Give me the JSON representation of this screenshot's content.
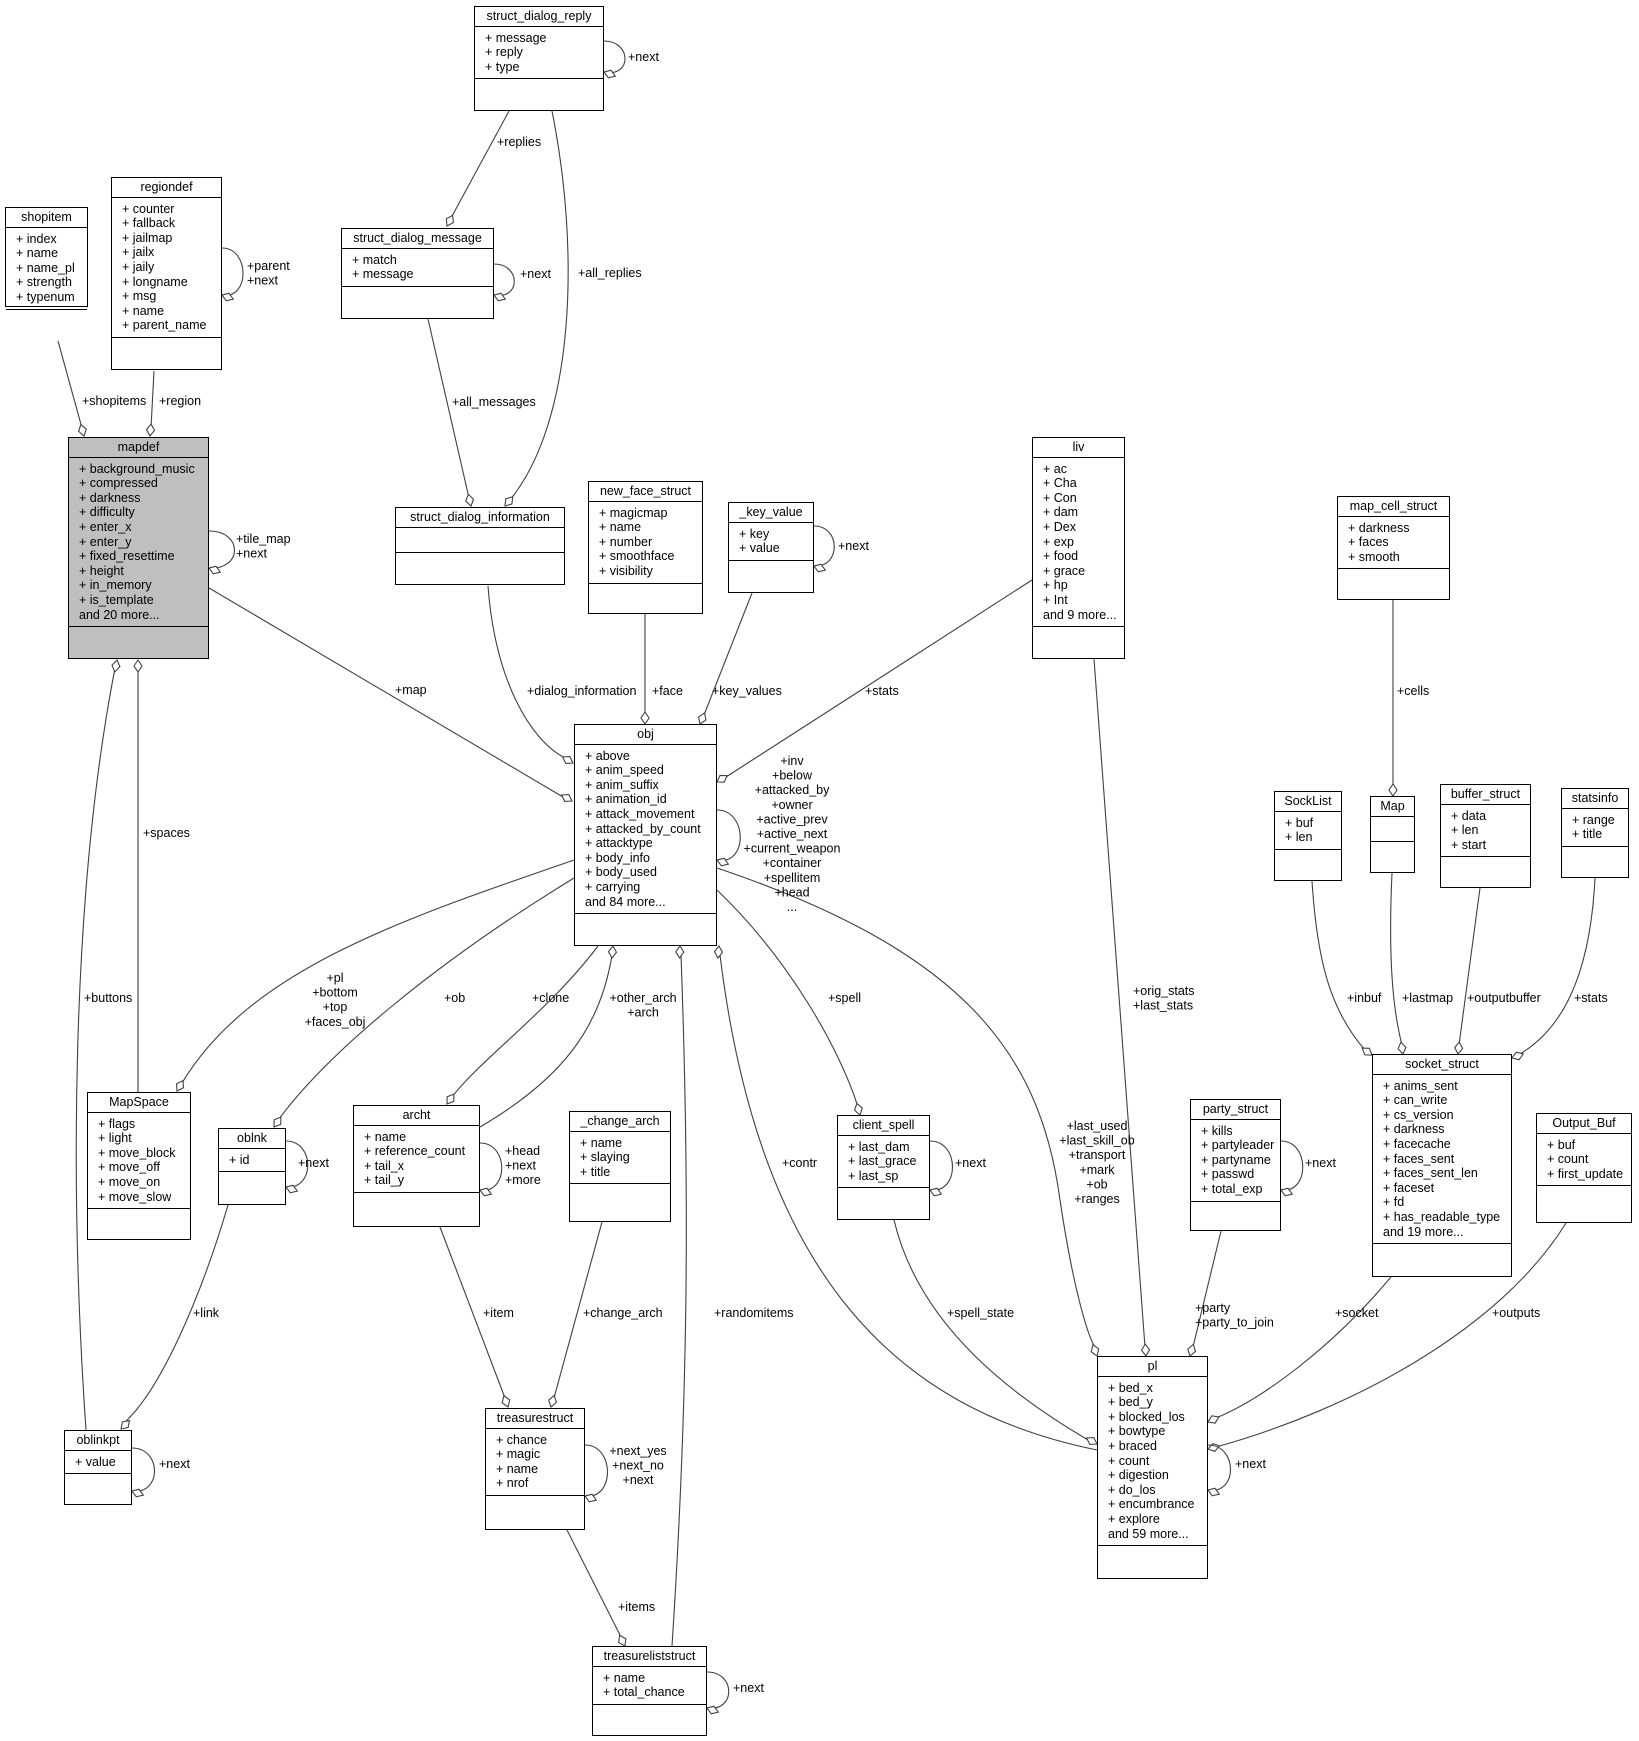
{
  "nodes": [
    {
      "id": "shopitem",
      "title": "shopitem",
      "fields": [
        "+ index",
        "+ name",
        "+ name_pl",
        "+ strength",
        "+ typenum"
      ]
    },
    {
      "id": "regiondef",
      "title": "regiondef",
      "fields": [
        "+ counter",
        "+ fallback",
        "+ jailmap",
        "+ jailx",
        "+ jaily",
        "+ longname",
        "+ msg",
        "+ name",
        "+ parent_name"
      ]
    },
    {
      "id": "mapdef",
      "title": "mapdef",
      "fields": [
        "+ background_music",
        "+ compressed",
        "+ darkness",
        "+ difficulty",
        "+ enter_x",
        "+ enter_y",
        "+ fixed_resettime",
        "+ height",
        "+ in_memory",
        "+ is_template",
        "and 20 more..."
      ]
    },
    {
      "id": "struct_dialog_reply",
      "title": "struct_dialog_reply",
      "fields": [
        "+ message",
        "+ reply",
        "+ type"
      ]
    },
    {
      "id": "struct_dialog_message",
      "title": "struct_dialog_message",
      "fields": [
        "+ match",
        "+ message"
      ]
    },
    {
      "id": "struct_dialog_information",
      "title": "struct_dialog_information",
      "fields": []
    },
    {
      "id": "new_face_struct",
      "title": "new_face_struct",
      "fields": [
        "+ magicmap",
        "+ name",
        "+ number",
        "+ smoothface",
        "+ visibility"
      ]
    },
    {
      "id": "key_value",
      "title": "_key_value",
      "fields": [
        "+ key",
        "+ value"
      ]
    },
    {
      "id": "liv",
      "title": "liv",
      "fields": [
        "+ ac",
        "+ Cha",
        "+ Con",
        "+ dam",
        "+ Dex",
        "+ exp",
        "+ food",
        "+ grace",
        "+ hp",
        "+ Int",
        "and 9 more..."
      ]
    },
    {
      "id": "map_cell_struct",
      "title": "map_cell_struct",
      "fields": [
        "+ darkness",
        "+ faces",
        "+ smooth"
      ]
    },
    {
      "id": "obj",
      "title": "obj",
      "fields": [
        "+ above",
        "+ anim_speed",
        "+ anim_suffix",
        "+ animation_id",
        "+ attack_movement",
        "+ attacked_by_count",
        "+ attacktype",
        "+ body_info",
        "+ body_used",
        "+ carrying",
        "and 84 more..."
      ]
    },
    {
      "id": "SockList",
      "title": "SockList",
      "fields": [
        "+ buf",
        "+ len"
      ]
    },
    {
      "id": "Map",
      "title": "Map",
      "fields": []
    },
    {
      "id": "buffer_struct",
      "title": "buffer_struct",
      "fields": [
        "+ data",
        "+ len",
        "+ start"
      ]
    },
    {
      "id": "statsinfo",
      "title": "statsinfo",
      "fields": [
        "+ range",
        "+ title"
      ]
    },
    {
      "id": "MapSpace",
      "title": "MapSpace",
      "fields": [
        "+ flags",
        "+ light",
        "+ move_block",
        "+ move_off",
        "+ move_on",
        "+ move_slow"
      ]
    },
    {
      "id": "oblnk",
      "title": "oblnk",
      "fields": [
        "+ id"
      ]
    },
    {
      "id": "archt",
      "title": "archt",
      "fields": [
        "+ name",
        "+ reference_count",
        "+ tail_x",
        "+ tail_y"
      ]
    },
    {
      "id": "change_arch",
      "title": "_change_arch",
      "fields": [
        "+ name",
        "+ slaying",
        "+ title"
      ]
    },
    {
      "id": "client_spell",
      "title": "client_spell",
      "fields": [
        "+ last_dam",
        "+ last_grace",
        "+ last_sp"
      ]
    },
    {
      "id": "party_struct",
      "title": "party_struct",
      "fields": [
        "+ kills",
        "+ partyleader",
        "+ partyname",
        "+ passwd",
        "+ total_exp"
      ]
    },
    {
      "id": "socket_struct",
      "title": "socket_struct",
      "fields": [
        "+ anims_sent",
        "+ can_write",
        "+ cs_version",
        "+ darkness",
        "+ facecache",
        "+ faces_sent",
        "+ faces_sent_len",
        "+ faceset",
        "+ fd",
        "+ has_readable_type",
        "and 19 more..."
      ]
    },
    {
      "id": "Output_Buf",
      "title": "Output_Buf",
      "fields": [
        "+ buf",
        "+ count",
        "+ first_update"
      ]
    },
    {
      "id": "oblinkpt",
      "title": "oblinkpt",
      "fields": [
        "+ value"
      ]
    },
    {
      "id": "treasurestruct",
      "title": "treasurestruct",
      "fields": [
        "+ chance",
        "+ magic",
        "+ name",
        "+ nrof"
      ]
    },
    {
      "id": "pl",
      "title": "pl",
      "fields": [
        "+ bed_x",
        "+ bed_y",
        "+ blocked_los",
        "+ bowtype",
        "+ braced",
        "+ count",
        "+ digestion",
        "+ do_los",
        "+ encumbrance",
        "+ explore",
        "and 59 more..."
      ]
    },
    {
      "id": "treasureliststruct",
      "title": "treasureliststruct",
      "fields": [
        "+ name",
        "+ total_chance"
      ]
    }
  ],
  "edges": [
    {
      "id": "shopitems",
      "from": "shopitem",
      "to": "mapdef",
      "label": [
        "+shopitems"
      ]
    },
    {
      "id": "region",
      "from": "regiondef",
      "to": "mapdef",
      "label": [
        "+region"
      ]
    },
    {
      "id": "regiondef_self",
      "from": "regiondef",
      "to": "regiondef",
      "label": [
        "+parent",
        "+next"
      ]
    },
    {
      "id": "mapdef_self",
      "from": "mapdef",
      "to": "mapdef",
      "label": [
        "+tile_map",
        "+next"
      ]
    },
    {
      "id": "reply_self",
      "from": "struct_dialog_reply",
      "to": "struct_dialog_reply",
      "label": [
        "+next"
      ]
    },
    {
      "id": "replies",
      "from": "struct_dialog_reply",
      "to": "struct_dialog_message",
      "label": [
        "+replies"
      ]
    },
    {
      "id": "message_self",
      "from": "struct_dialog_message",
      "to": "struct_dialog_message",
      "label": [
        "+next"
      ]
    },
    {
      "id": "all_replies",
      "from": "struct_dialog_reply",
      "to": "struct_dialog_information",
      "label": [
        "+all_replies"
      ]
    },
    {
      "id": "all_messages",
      "from": "struct_dialog_message",
      "to": "struct_dialog_information",
      "label": [
        "+all_messages"
      ]
    },
    {
      "id": "keyvalue_self",
      "from": "key_value",
      "to": "key_value",
      "label": [
        "+next"
      ]
    },
    {
      "id": "map",
      "from": "mapdef",
      "to": "obj",
      "label": [
        "+map"
      ]
    },
    {
      "id": "dialog_information",
      "from": "struct_dialog_information",
      "to": "obj",
      "label": [
        "+dialog_information"
      ]
    },
    {
      "id": "face",
      "from": "new_face_struct",
      "to": "obj",
      "label": [
        "+face"
      ]
    },
    {
      "id": "key_values",
      "from": "key_value",
      "to": "obj",
      "label": [
        "+key_values"
      ]
    },
    {
      "id": "stats_obj",
      "from": "liv",
      "to": "obj",
      "label": [
        "+stats"
      ]
    },
    {
      "id": "obj_self",
      "from": "obj",
      "to": "obj",
      "label": [
        "+inv",
        "+below",
        "+attacked_by",
        "+owner",
        "+active_prev",
        "+active_next",
        "+current_weapon",
        "+container",
        "+spellitem",
        "+head",
        "..."
      ]
    },
    {
      "id": "cells",
      "from": "map_cell_struct",
      "to": "Map",
      "label": [
        "+cells"
      ]
    },
    {
      "id": "spaces",
      "from": "MapSpace",
      "to": "mapdef",
      "label": [
        "+spaces"
      ]
    },
    {
      "id": "buttons",
      "from": "oblinkpt",
      "to": "mapdef",
      "label": [
        "+buttons"
      ]
    },
    {
      "id": "pl_bottom",
      "from": "obj",
      "to": "MapSpace",
      "label": [
        "+pl",
        "+bottom",
        "+top",
        "+faces_obj"
      ]
    },
    {
      "id": "ob",
      "from": "obj",
      "to": "oblnk",
      "label": [
        "+ob"
      ]
    },
    {
      "id": "clone",
      "from": "obj",
      "to": "archt",
      "label": [
        "+clone"
      ]
    },
    {
      "id": "other_arch",
      "from": "archt",
      "to": "obj",
      "label": [
        "+other_arch",
        "+arch"
      ]
    },
    {
      "id": "spell",
      "from": "obj",
      "to": "client_spell",
      "label": [
        "+spell"
      ]
    },
    {
      "id": "orig_stats",
      "from": "liv",
      "to": "pl",
      "label": [
        "+orig_stats",
        "+last_stats"
      ]
    },
    {
      "id": "inbuf",
      "from": "SockList",
      "to": "socket_struct",
      "label": [
        "+inbuf"
      ]
    },
    {
      "id": "lastmap",
      "from": "Map",
      "to": "socket_struct",
      "label": [
        "+lastmap"
      ]
    },
    {
      "id": "outputbuffer",
      "from": "buffer_struct",
      "to": "socket_struct",
      "label": [
        "+outputbuffer"
      ]
    },
    {
      "id": "stats_sock",
      "from": "statsinfo",
      "to": "socket_struct",
      "label": [
        "+stats"
      ]
    },
    {
      "id": "oblnk_self",
      "from": "oblnk",
      "to": "oblnk",
      "label": [
        "+next"
      ]
    },
    {
      "id": "archt_self",
      "from": "archt",
      "to": "archt",
      "label": [
        "+head",
        "+next",
        "+more"
      ]
    },
    {
      "id": "clientspell_self",
      "from": "client_spell",
      "to": "client_spell",
      "label": [
        "+next"
      ]
    },
    {
      "id": "party_self",
      "from": "party_struct",
      "to": "party_struct",
      "label": [
        "+next"
      ]
    },
    {
      "id": "contr",
      "from": "pl",
      "to": "obj",
      "label": [
        "+contr"
      ]
    },
    {
      "id": "last_used",
      "from": "obj",
      "to": "pl",
      "label": [
        "+last_used",
        "+last_skill_ob",
        "+transport",
        "+mark",
        "+ob",
        "+ranges"
      ]
    },
    {
      "id": "link",
      "from": "oblnk",
      "to": "oblinkpt",
      "label": [
        "+link"
      ]
    },
    {
      "id": "item",
      "from": "archt",
      "to": "treasurestruct",
      "label": [
        "+item"
      ]
    },
    {
      "id": "change_arch_e",
      "from": "change_arch",
      "to": "treasurestruct",
      "label": [
        "+change_arch"
      ]
    },
    {
      "id": "randomitems",
      "from": "treasureliststruct",
      "to": "obj",
      "label": [
        "+randomitems"
      ]
    },
    {
      "id": "spell_state",
      "from": "client_spell",
      "to": "pl",
      "label": [
        "+spell_state"
      ]
    },
    {
      "id": "party",
      "from": "party_struct",
      "to": "pl",
      "label": [
        "+party",
        "+party_to_join"
      ]
    },
    {
      "id": "socket",
      "from": "socket_struct",
      "to": "pl",
      "label": [
        "+socket"
      ]
    },
    {
      "id": "outputs",
      "from": "Output_Buf",
      "to": "pl",
      "label": [
        "+outputs"
      ]
    },
    {
      "id": "oblinkpt_self",
      "from": "oblinkpt",
      "to": "oblinkpt",
      "label": [
        "+next"
      ]
    },
    {
      "id": "treasure_self",
      "from": "treasurestruct",
      "to": "treasurestruct",
      "label": [
        "+next_yes",
        "+next_no",
        "+next"
      ]
    },
    {
      "id": "pl_self",
      "from": "pl",
      "to": "pl",
      "label": [
        "+next"
      ]
    },
    {
      "id": "items",
      "from": "treasurestruct",
      "to": "treasureliststruct",
      "label": [
        "+items"
      ]
    },
    {
      "id": "tlist_self",
      "from": "treasureliststruct",
      "to": "treasureliststruct",
      "label": [
        "+next"
      ]
    }
  ]
}
